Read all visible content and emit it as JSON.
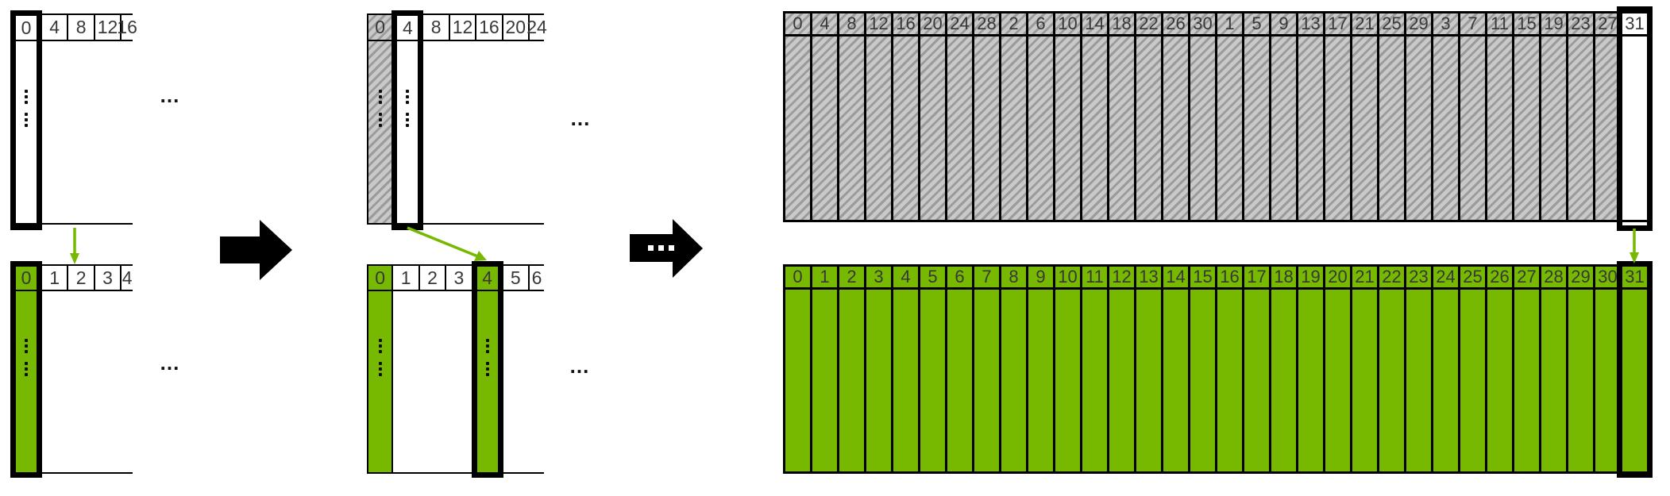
{
  "colors": {
    "green": "#76B900",
    "hatch_bg": "#C9C9C9",
    "hatch_stripe": "#9B9B9B",
    "black": "#000000",
    "label": "#383838"
  },
  "ellipsis": "...",
  "icons": {
    "step_arrow": "black-right-block-arrow",
    "ellipsis_step_arrow": "black-right-block-arrow-with-dots",
    "copy_arrow": "green-arrow"
  },
  "stages": [
    {
      "id": "stage-1",
      "top": {
        "headers": [
          "0",
          "4",
          "8",
          "12",
          "16"
        ],
        "special": {
          "0": "outline"
        },
        "dots_columns": [
          0
        ],
        "partial_last": true,
        "ellipsis": "..."
      },
      "bottom": {
        "headers": [
          "0",
          "1",
          "2",
          "3",
          "4"
        ],
        "special": {
          "0": "green_outline"
        },
        "dots_columns": [
          0
        ],
        "partial_last": true,
        "ellipsis": "..."
      }
    },
    {
      "id": "stage-2",
      "top": {
        "headers": [
          "0",
          "4",
          "8",
          "12",
          "16",
          "20",
          "24"
        ],
        "special": {
          "0": "hatch",
          "1": "outline"
        },
        "dots_columns": [
          0,
          1
        ],
        "partial_last": true,
        "ellipsis": "..."
      },
      "bottom": {
        "headers": [
          "0",
          "1",
          "2",
          "3",
          "4",
          "5",
          "6"
        ],
        "special": {
          "0": "green",
          "4": "green_outline"
        },
        "dots_columns": [
          0,
          4
        ],
        "partial_last": true,
        "ellipsis": "..."
      }
    },
    {
      "id": "stage-3",
      "top": {
        "headers": [
          "0",
          "4",
          "8",
          "12",
          "16",
          "20",
          "24",
          "28",
          "2",
          "6",
          "10",
          "14",
          "18",
          "22",
          "26",
          "30",
          "1",
          "5",
          "9",
          "13",
          "17",
          "21",
          "25",
          "29",
          "3",
          "7",
          "11",
          "15",
          "19",
          "23",
          "27",
          "31"
        ],
        "fill": "hatch",
        "highlight_index": 31,
        "highlight_style": "white_outline"
      },
      "bottom": {
        "headers": [
          "0",
          "1",
          "2",
          "3",
          "4",
          "5",
          "6",
          "7",
          "8",
          "9",
          "10",
          "11",
          "12",
          "13",
          "14",
          "15",
          "16",
          "17",
          "18",
          "19",
          "20",
          "21",
          "22",
          "23",
          "24",
          "25",
          "26",
          "27",
          "28",
          "29",
          "30",
          "31"
        ],
        "fill": "green",
        "highlight_index": 31,
        "highlight_style": "green_outline"
      }
    }
  ]
}
